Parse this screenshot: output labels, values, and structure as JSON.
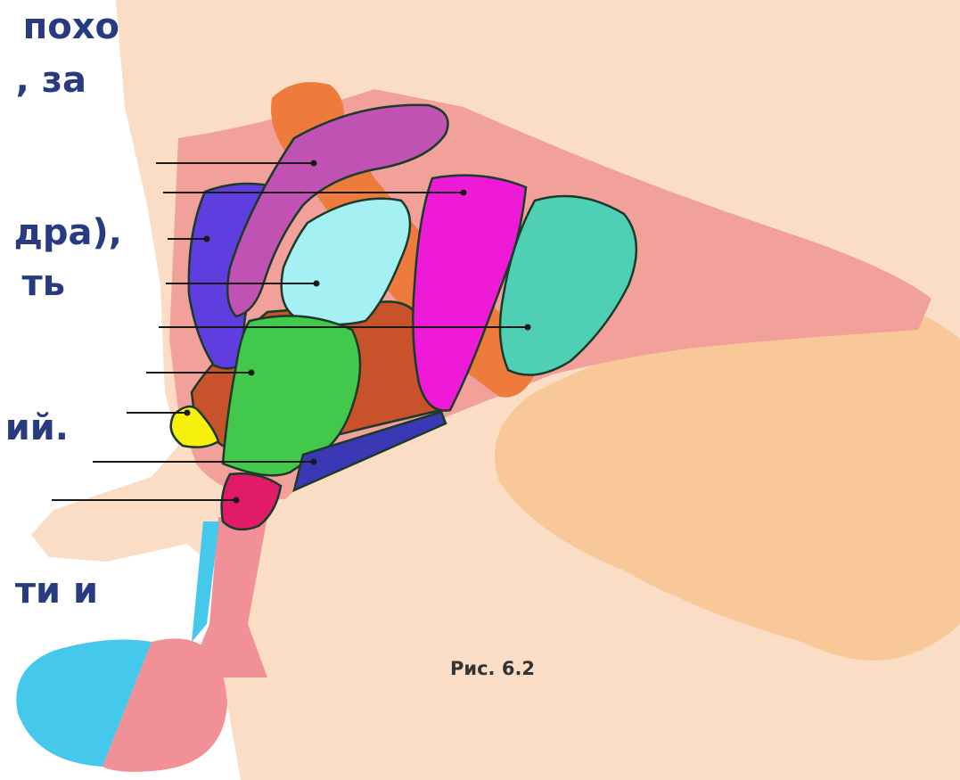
{
  "slide_text_lines": [
    "похо",
    ", за",
    "дра),",
    "ть",
    "ий.",
    "ти и"
  ],
  "figure_caption": "Рис. 6.2",
  "colors": {
    "text": "#283a80",
    "caption": "#333333",
    "skin": "#fbdcc4",
    "nasal_mucosa": "#f2a09a",
    "orange_structure": "#ee7a3c",
    "purple_region": "#c052b4",
    "blue_region": "#5f3ee0",
    "light_cyan_region": "#a4f0f2",
    "magenta_region": "#ee1ad8",
    "teal_region": "#4fd0b4",
    "brown_region": "#c8522a",
    "green_region": "#42c84a",
    "yellow_region": "#f7ef0c",
    "crimson_region": "#e21a6a",
    "navy_strip": "#3a38b4",
    "bulb_cyan": "#44c8ec",
    "bulb_pink": "#f29098",
    "tan_structure": "#f9c898",
    "label_line": "#1a1a1a"
  }
}
